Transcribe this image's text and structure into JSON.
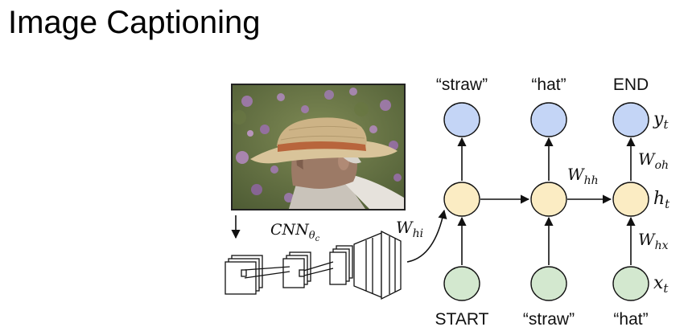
{
  "title": "Image Captioning",
  "photo": {
    "icon": "man-in-straw-hat-photo"
  },
  "cnn": {
    "label": "CNN",
    "subscript": "θ",
    "subsub": "c"
  },
  "weights": {
    "hi": {
      "main": "W",
      "sub": "hi"
    },
    "hh": {
      "main": "W",
      "sub": "hh"
    },
    "oh": {
      "main": "W",
      "sub": "oh"
    },
    "hx": {
      "main": "W",
      "sub": "hx"
    }
  },
  "outputs": [
    "“straw”",
    "“hat”",
    "END"
  ],
  "inputs": [
    "START",
    "“straw”",
    "“hat”"
  ],
  "row_labels": {
    "y": {
      "main": "y",
      "sub": "t"
    },
    "h": {
      "main": "h",
      "sub": "t"
    },
    "x": {
      "main": "x",
      "sub": "t"
    }
  },
  "colors": {
    "output_fill": "#c4d5f6",
    "hidden_fill": "#fbecc3",
    "input_fill": "#d3e8cf",
    "node_stroke": "#111111"
  }
}
